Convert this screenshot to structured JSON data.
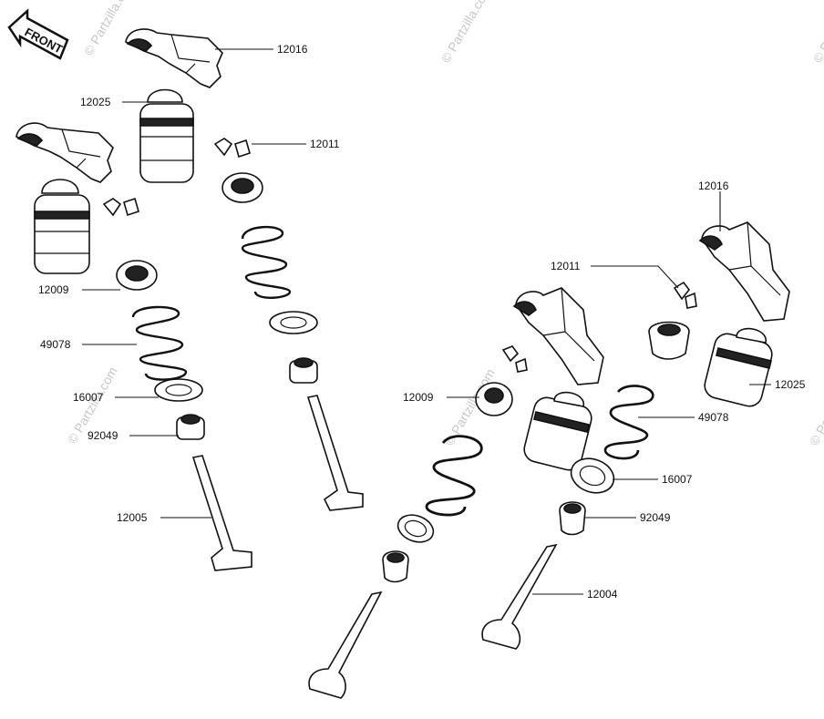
{
  "front_badge": "FRONT",
  "watermark": "© Partzilla.com",
  "labels": {
    "l12016a": "12016",
    "l12025a": "12025",
    "l12011a": "12011",
    "l12009a": "12009",
    "l49078a": "49078",
    "l16007a": "16007",
    "l92049a": "92049",
    "l12005": "12005",
    "l12016b": "12016",
    "l12011b": "12011",
    "l12025b": "12025",
    "l12009b": "12009",
    "l49078b": "49078",
    "l16007b": "16007",
    "l92049b": "92049",
    "l12004": "12004"
  }
}
